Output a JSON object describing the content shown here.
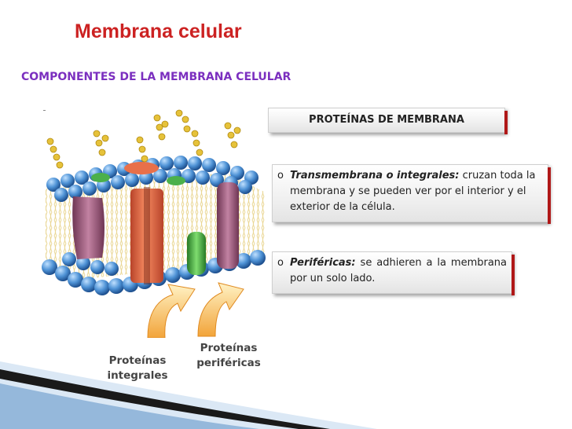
{
  "slide": {
    "title": "Membrana celular",
    "subtitle": "COMPONENTES DE LA MEMBRANA CELULAR",
    "header_box": "PROTEÍNAS DE MEMBRANA",
    "items": [
      {
        "bullet": "o",
        "term": "Transmembrana o integrales:",
        "text": " cruzan toda la membrana y se pueden ver por el interior y el exterior de la célula."
      },
      {
        "bullet": "o",
        "term": "Periféricas:",
        "text": " se adhieren a la membrana por un solo lado."
      }
    ],
    "figure_labels": {
      "integrales": "Proteínas integrales",
      "perifericas": "Proteínas periféricas"
    }
  },
  "colors": {
    "title": "#cc2222",
    "subtitle": "#7b2fbf",
    "accent_bar": "#b01818",
    "head_blue": "#4f93d6",
    "protein_orange": "#e8704a",
    "protein_purple": "#9e5a7c",
    "protein_green": "#4bb04b",
    "arrow_orange": "#f2a43a"
  },
  "icons": {
    "bullet": "circle-bullet-icon",
    "figure": "cell-membrane-illustration",
    "arrows": "curved-up-arrow-icon"
  }
}
